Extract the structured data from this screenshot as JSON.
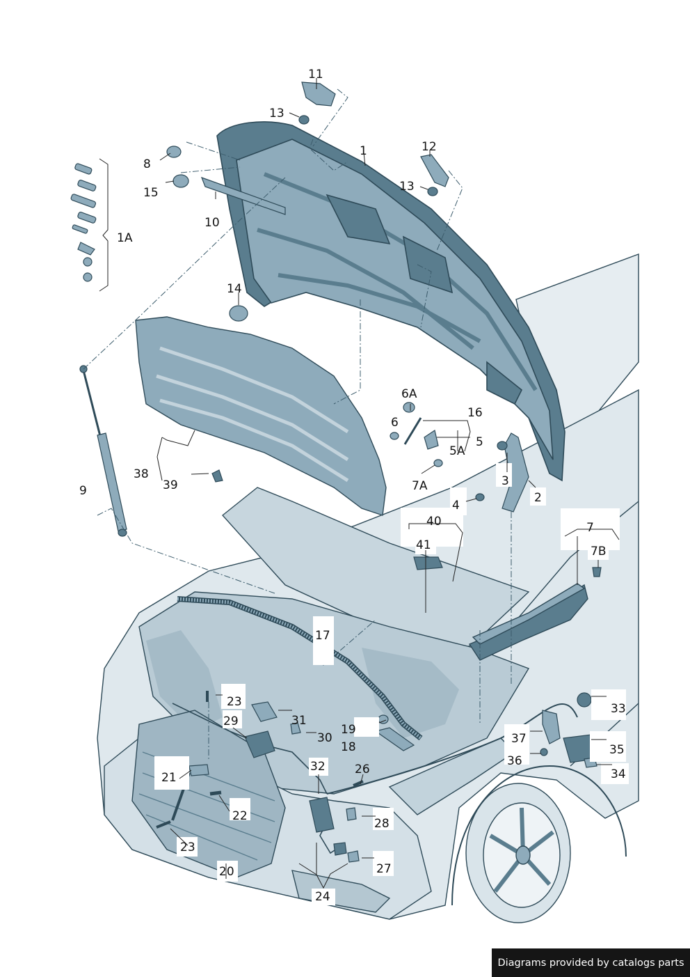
{
  "callouts": {
    "c1": "1",
    "c1A": "1A",
    "c2": "2",
    "c3": "3",
    "c4": "4",
    "c5": "5",
    "c5A": "5A",
    "c6": "6",
    "c6A": "6A",
    "c7": "7",
    "c7A": "7A",
    "c7B": "7B",
    "c8": "8",
    "c9": "9",
    "c10": "10",
    "c11": "11",
    "c12": "12",
    "c13a": "13",
    "c13b": "13",
    "c14": "14",
    "c15": "15",
    "c16": "16",
    "c17": "17",
    "c18": "18",
    "c19": "19",
    "c20": "20",
    "c21": "21",
    "c22": "22",
    "c23a": "23",
    "c23b": "23",
    "c24": "24",
    "c26": "26",
    "c27": "27",
    "c28": "28",
    "c29": "29",
    "c30": "30",
    "c31": "31",
    "c32": "32",
    "c33": "33",
    "c34": "34",
    "c35": "35",
    "c36": "36",
    "c37": "37",
    "c38": "38",
    "c39": "39",
    "c40": "40",
    "c41": "41"
  },
  "credit": "Diagrams provided by catalogs parts",
  "colors": {
    "part_fill": "#c3d3dc",
    "part_dark": "#5a7d8e",
    "part_shadow": "#8eabbb",
    "car_light": "#e2eaef",
    "outline": "#2e4a58"
  }
}
